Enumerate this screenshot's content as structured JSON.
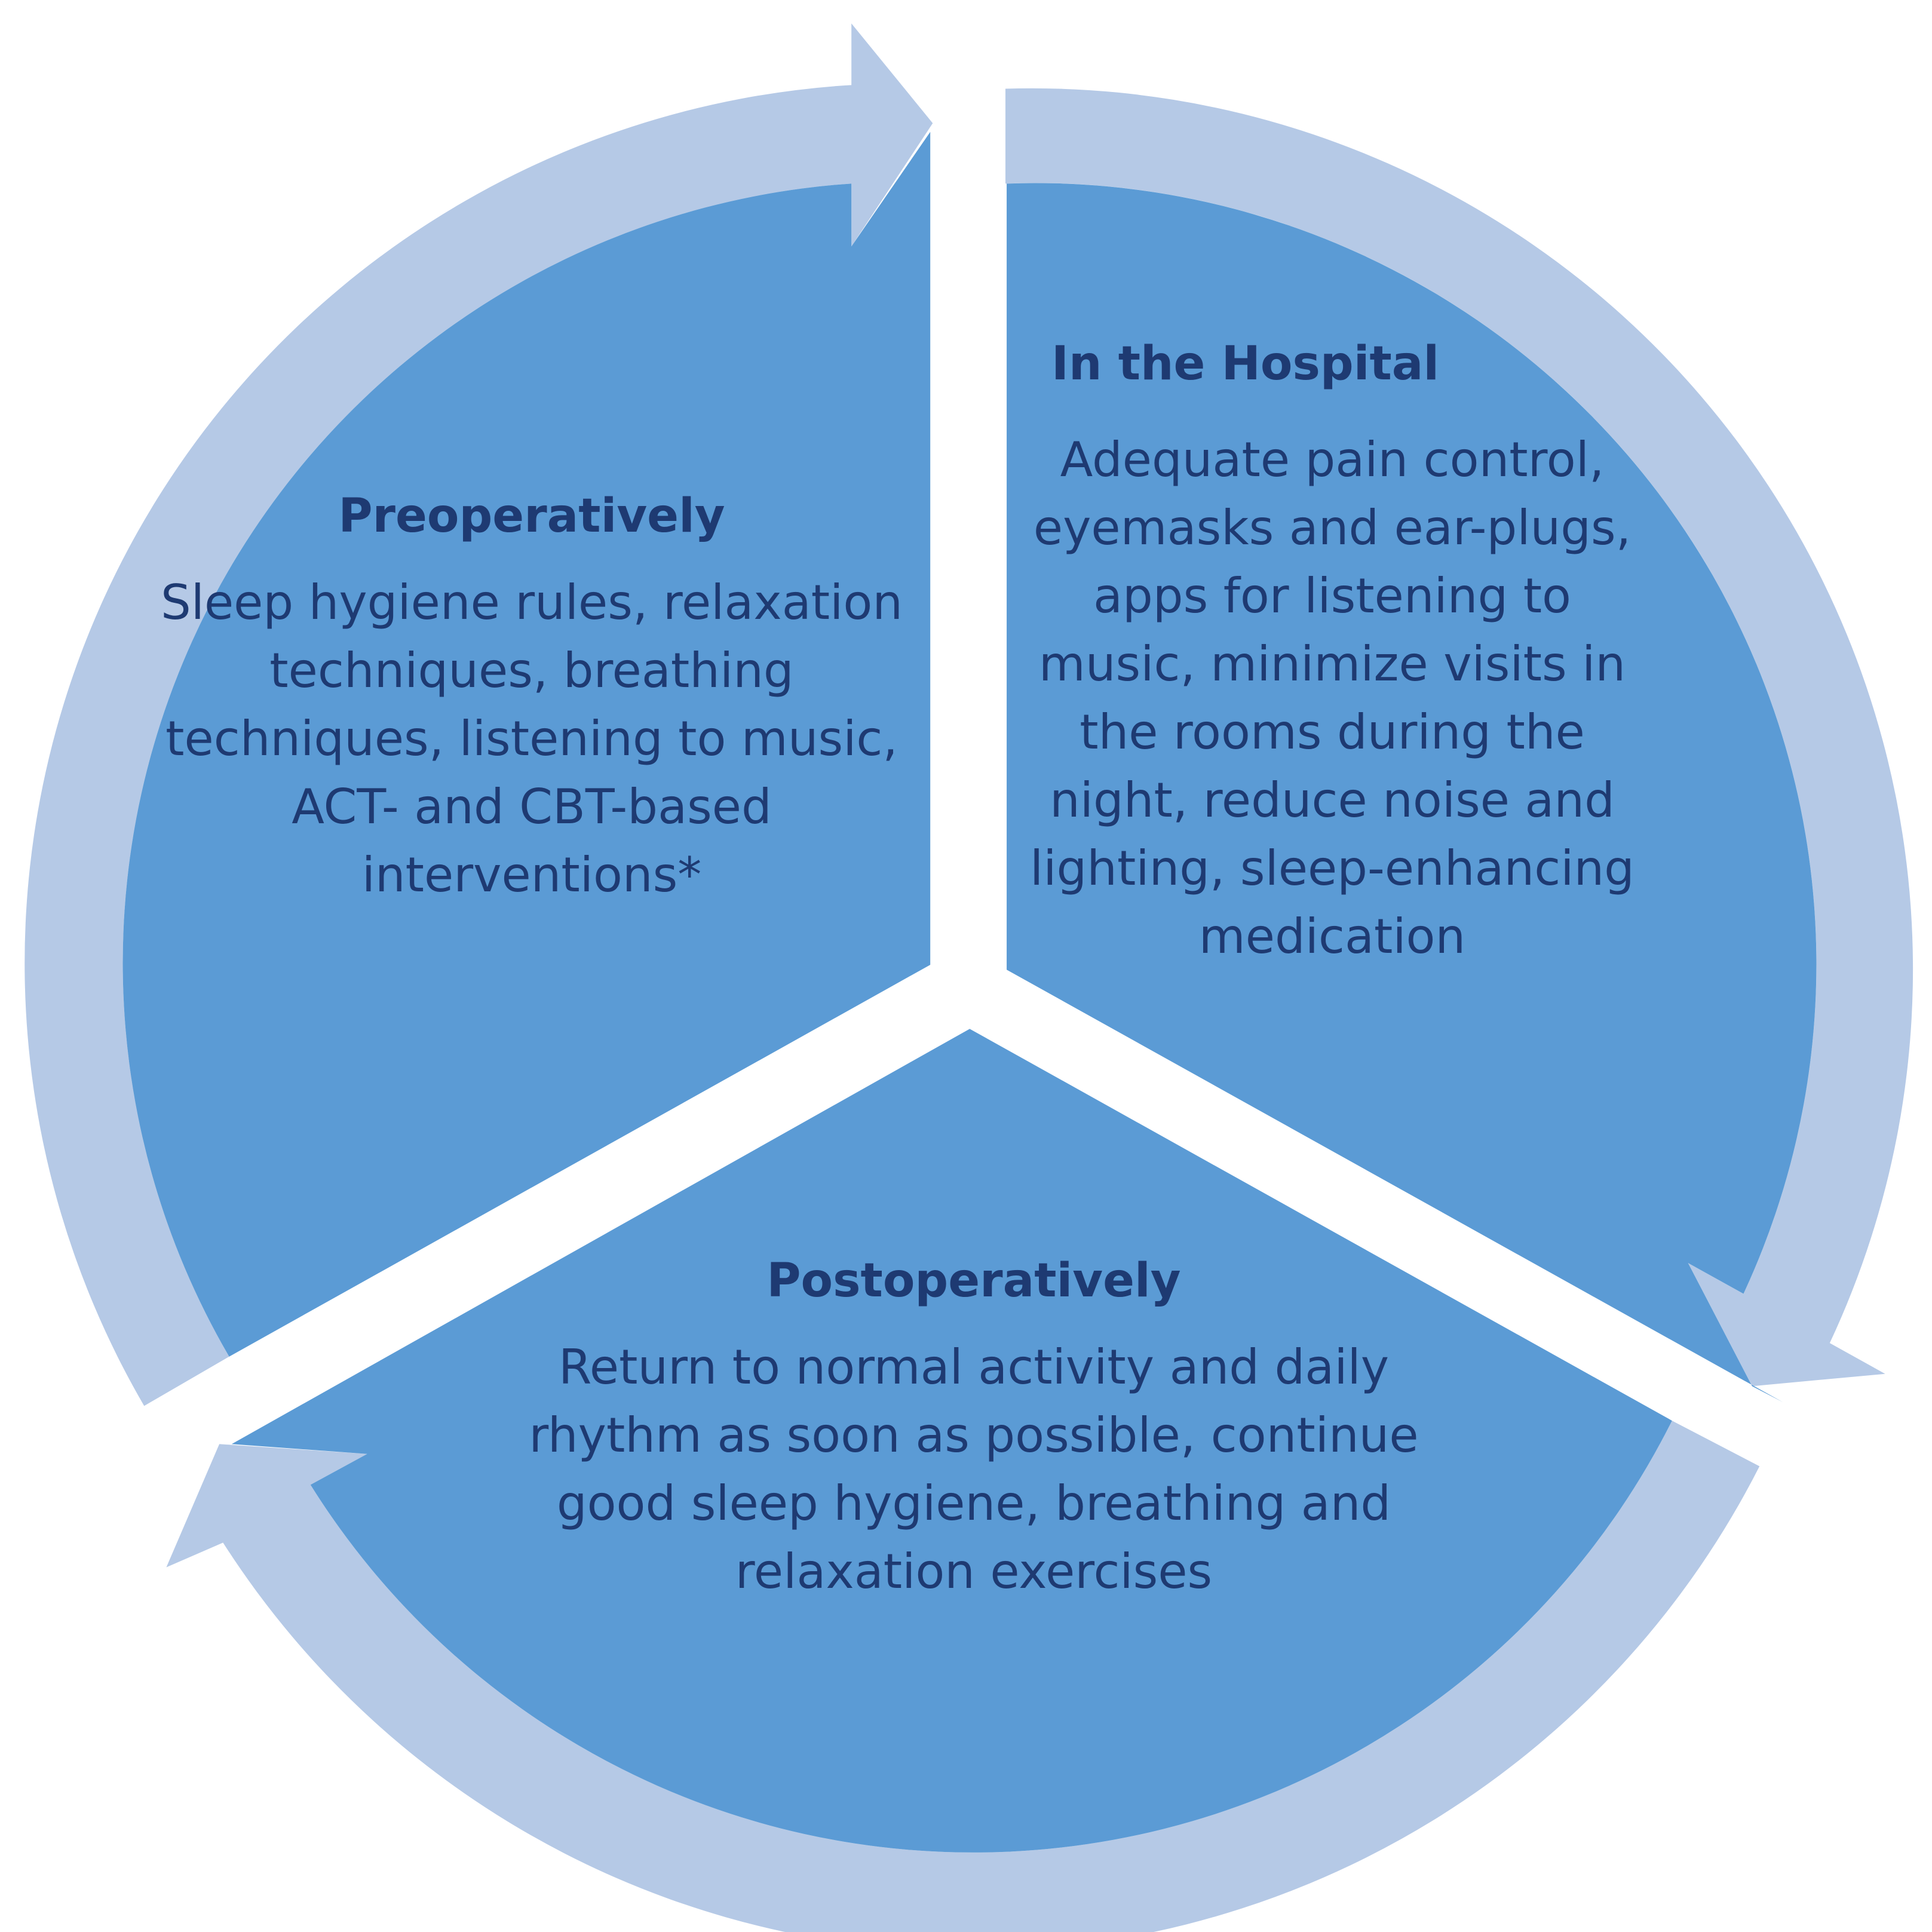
{
  "diagram": {
    "colors": {
      "segment_fill": "#5b9bd5",
      "arrow_fill": "#b5c9e6",
      "text": "#1e3a72",
      "background": "#ffffff"
    },
    "segments": [
      {
        "title": "Preoperatively",
        "body": "Sleep hygiene rules, relaxation techniques, breathing techniques, listening to music, ACT- and CBT-based interventions*"
      },
      {
        "title": "In the Hospital",
        "body": "Adequate pain control, eyemasks and ear-plugs, apps for listening to music, minimize visits in the rooms during the night, reduce noise and lighting, sleep-enhancing medication"
      },
      {
        "title": "Postoperatively",
        "body": "Return to normal activity and daily rhythm as soon as possible, continue good sleep hygiene, breathing and relaxation exercises"
      }
    ]
  }
}
